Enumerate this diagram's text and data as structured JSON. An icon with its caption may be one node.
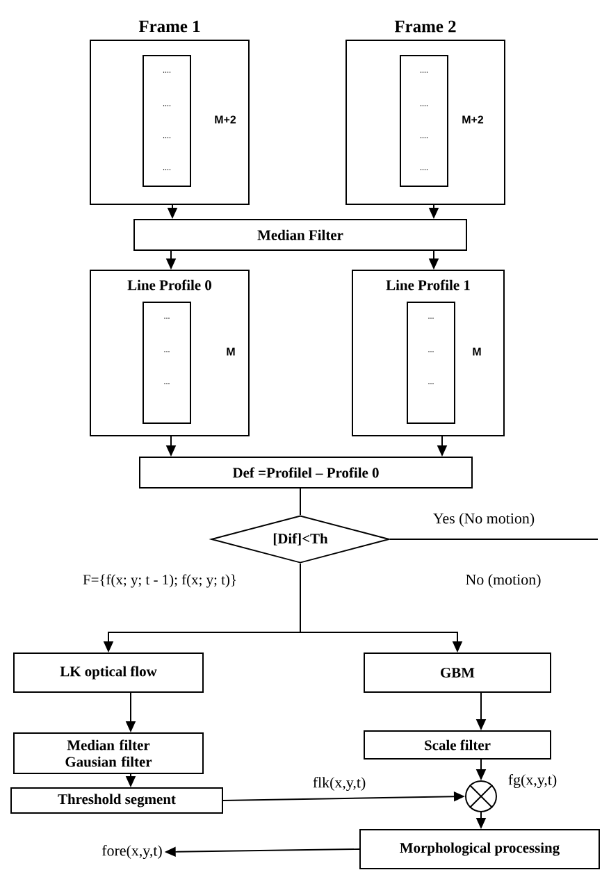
{
  "diagram": {
    "nodes": [
      {
        "text": [
          "Frame 1",
          "M+2"
        ]
      },
      {
        "text": [
          "....",
          "....",
          "....",
          "...."
        ],
        "in": 0
      },
      {
        "text": [
          "Frame 2",
          "M+2"
        ]
      },
      {
        "text": [
          "....",
          "....",
          "....",
          "...."
        ],
        "in": 2
      },
      {
        "text": [
          "Median Filter"
        ]
      },
      {
        "text": [
          "Line Profile 0",
          "M"
        ]
      },
      {
        "text": [
          "...",
          "...",
          "..."
        ],
        "in": 5
      },
      {
        "text": [
          "Line Profile 1",
          "M"
        ]
      },
      {
        "text": [
          "...",
          "...",
          "..."
        ],
        "in": 7
      },
      {
        "text": [
          "Def =Profilel – Profile 0"
        ]
      },
      {
        "text": [
          "[Dif]<Th"
        ]
      },
      {
        "text": [
          "LK optical flow"
        ]
      },
      {
        "text": [
          "GBM"
        ]
      },
      {
        "text": [
          "Median filter Gausian filter"
        ]
      },
      {
        "text": [
          "Scale filter"
        ]
      },
      {
        "text": [
          "Threshold segment"
        ]
      },
      {
        "text": [],
        "shape": "circle"
      },
      {
        "text": [
          "Morphological processing"
        ]
      },
      {
        "text": [
          "fore(x,y,t)"
        ]
      }
    ],
    "edges": [
      {
        "from": 0,
        "to": 4,
        "arrow": "to"
      },
      {
        "from": 2,
        "to": 4,
        "arrow": "to"
      },
      {
        "from": 4,
        "to": 5,
        "arrow": "to"
      },
      {
        "from": 4,
        "to": 7,
        "arrow": "to"
      },
      {
        "from": 5,
        "to": 9,
        "arrow": "to"
      },
      {
        "from": 7,
        "to": 9,
        "arrow": "to"
      },
      {
        "from": 9,
        "to": 10,
        "arrow": "none"
      },
      {
        "from": 10,
        "to": null,
        "arrow": "none",
        "label": "Yes (No motion)"
      },
      {
        "from": 10,
        "to": 11,
        "arrow": "to"
      },
      {
        "from": 10,
        "to": 12,
        "arrow": "to",
        "label": "No (motion)"
      },
      {
        "from": 11,
        "to": 13,
        "arrow": "to"
      },
      {
        "from": 13,
        "to": 15,
        "arrow": "to"
      },
      {
        "from": 12,
        "to": 14,
        "arrow": "to"
      },
      {
        "from": 14,
        "to": 16,
        "arrow": "to",
        "label": "fg(x,y,t)"
      },
      {
        "from": 15,
        "to": 16,
        "arrow": "to",
        "label": "flk(x,y,t)"
      },
      {
        "from": 16,
        "to": 17,
        "arrow": "to"
      },
      {
        "from": 17,
        "to": 18,
        "arrow": "to"
      }
    ],
    "labels": [
      "F={f(x; y; t - 1); f(x; y; t)}"
    ]
  }
}
